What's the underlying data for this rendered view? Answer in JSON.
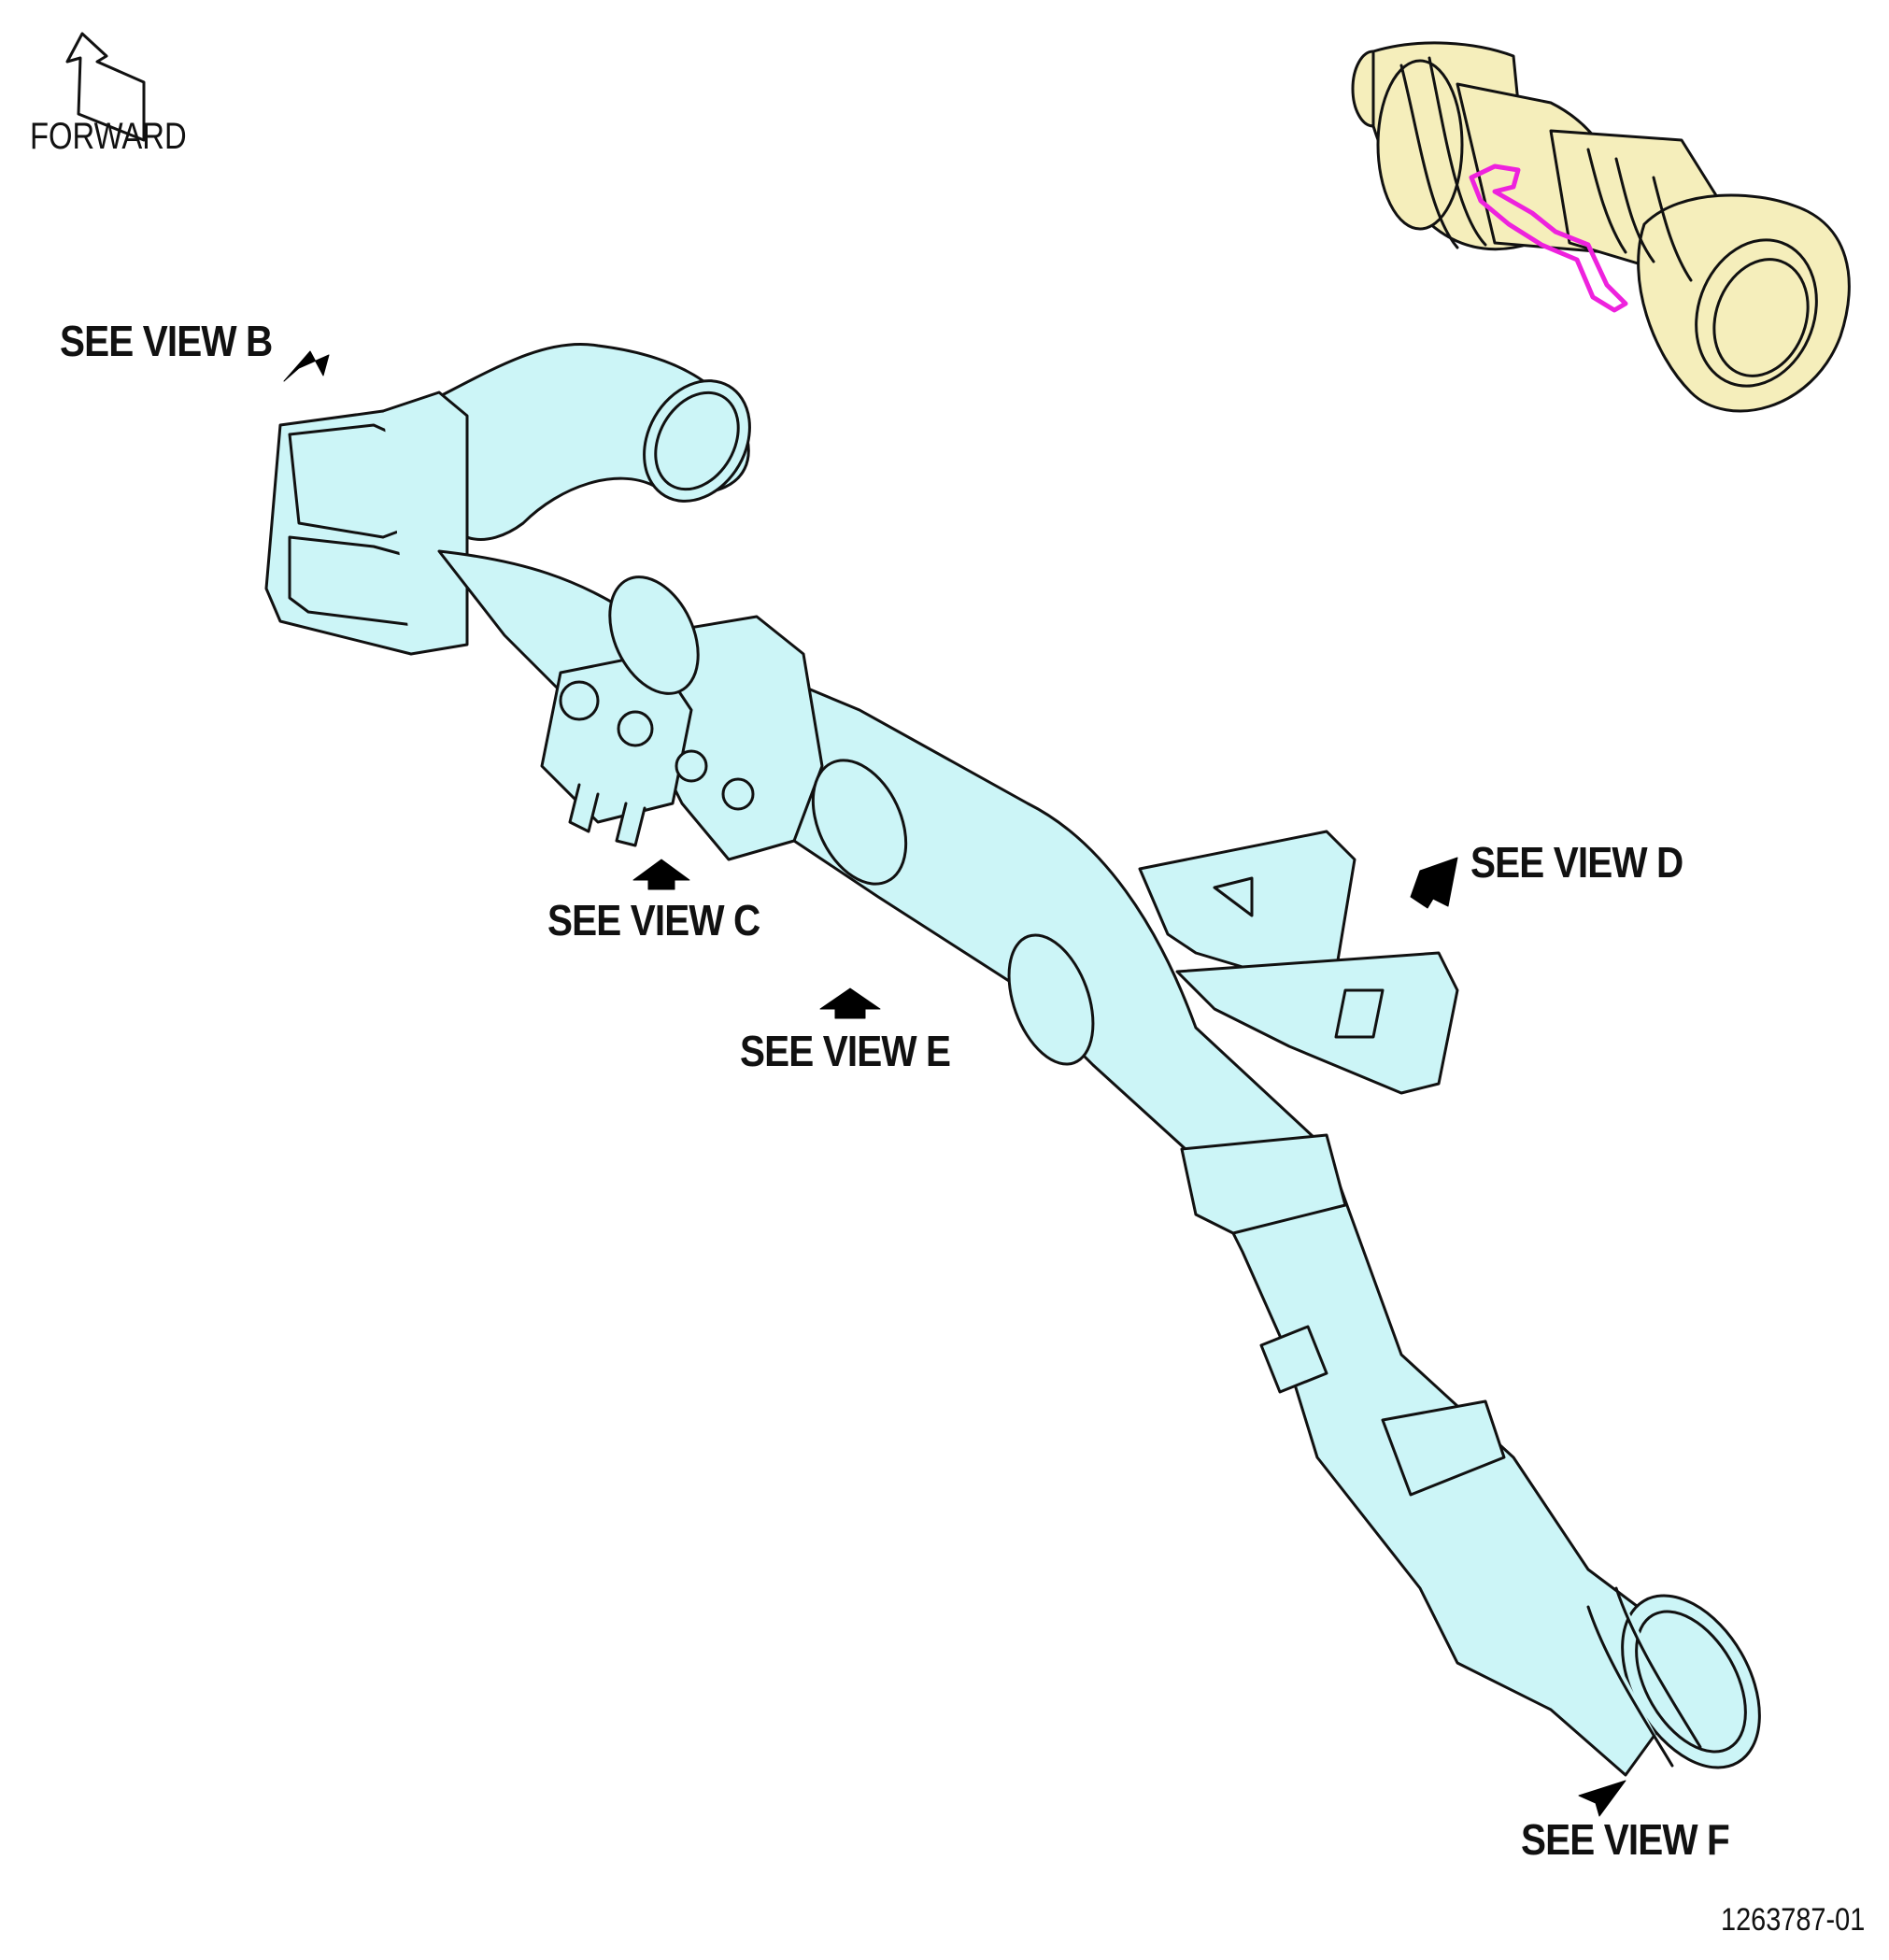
{
  "orientation": {
    "text": "FORWARD"
  },
  "callouts": {
    "view_b": "SEE VIEW B",
    "view_c": "SEE VIEW C",
    "view_d": "SEE VIEW D",
    "view_e": "SEE VIEW E",
    "view_f": "SEE VIEW F"
  },
  "figure_number": "1263787-01",
  "colors": {
    "duct_fill": "#ccf5f7",
    "engine_fill": "#f5eebb",
    "highlight": "#ee22dd",
    "line": "#111111"
  }
}
